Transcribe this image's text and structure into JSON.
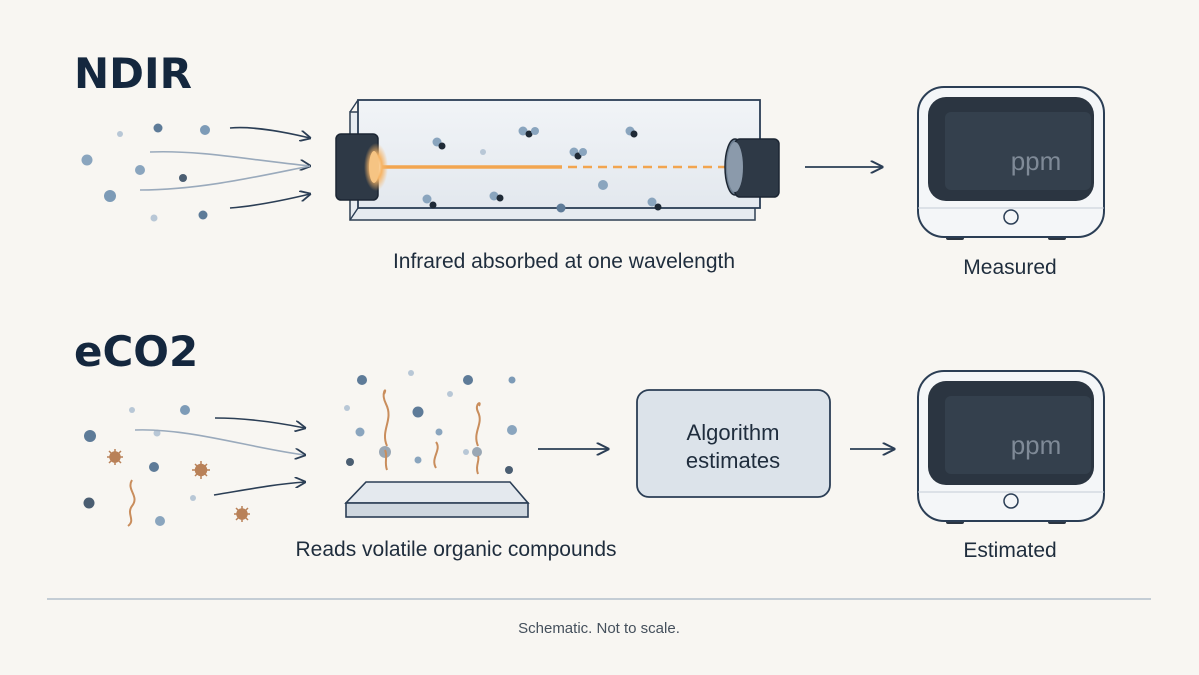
{
  "ndir": {
    "title": "NDIR",
    "caption": "Infrared absorbed at one wavelength",
    "display_unit": "ppm",
    "result_label": "Measured",
    "icons": [
      "air-particles",
      "flow-arrows",
      "ir-tube",
      "ir-lamp",
      "ir-detector",
      "output-arrow",
      "sensor-display"
    ]
  },
  "eco2": {
    "title": "eCO2",
    "caption": "Reads volatile organic compounds",
    "algorithm_line1": "Algorithm",
    "algorithm_line2": "estimates",
    "display_unit": "ppm",
    "result_label": "Estimated",
    "icons": [
      "voc-particles",
      "flow-arrows",
      "heated-sensor-plate",
      "arrow",
      "algorithm-box",
      "arrow",
      "sensor-display"
    ]
  },
  "footer": {
    "note": "Schematic. Not to scale."
  },
  "colors": {
    "background": "#f8f6f2",
    "ink": "#14273e",
    "accent_orange": "#f2a550",
    "screen": "#2b3541",
    "panel_fill": "#dce3ea",
    "particle_blue": "#7d9bb7",
    "particle_dark": "#2b3541",
    "voc_brown": "#c98d5c"
  }
}
